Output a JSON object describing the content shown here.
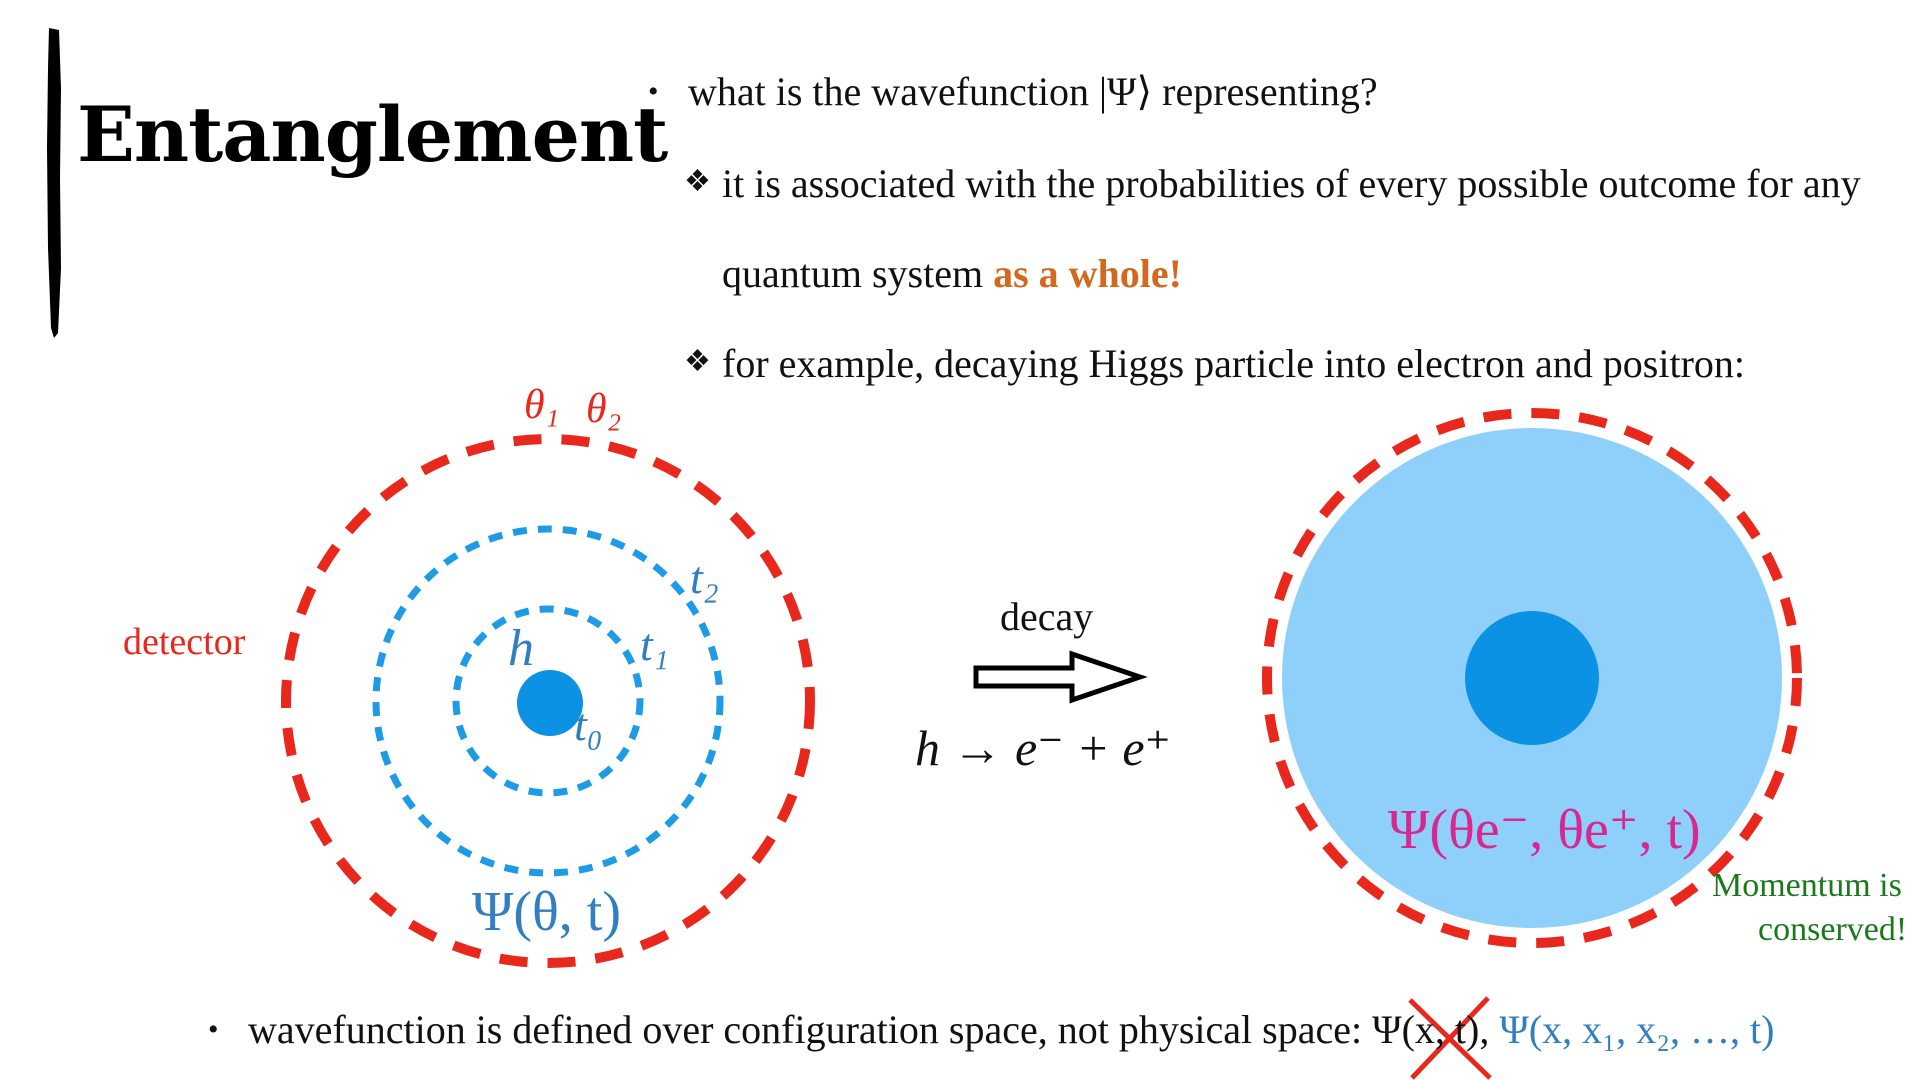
{
  "slide": {
    "title": "Entanglement",
    "bullets": {
      "b1_text": "what is the wavefunction",
      "b1_ket": "|Ψ⟩",
      "b1_end": "representing?",
      "sub1_line1": "it is associated with the probabilities of every possible outcome for any",
      "sub1_line2_start": "quantum system ",
      "sub1_highlight": "as a whole!",
      "sub2": "for example, decaying Higgs particle into electron and positron:",
      "b2_text": "wavefunction is defined over configuration space, not physical space:",
      "b2_psi_crossed": "Ψ(x, t),",
      "b2_psi_config": "Ψ(x, x₁, x₂, …, t)"
    },
    "symbols": {
      "bullet": "•",
      "diamond": "❖"
    },
    "left_diagram": {
      "detector_label": "detector",
      "theta1": "θ₁",
      "theta2": "θ₂",
      "h": "h",
      "t0": "t₀",
      "t1": "t₁",
      "t2": "t₂",
      "psi": "Ψ(θ, t)"
    },
    "middle": {
      "decay_label": "decay",
      "reaction": "h → e⁻ + e⁺"
    },
    "right_diagram": {
      "psi": "Ψ(θe⁻, θe⁺, t)",
      "momentum_line1": "Momentum is",
      "momentum_line2": "conserved!"
    },
    "colors": {
      "red": "#e8281c",
      "blue_dash": "#1e9be6",
      "blue_dot": "#0c92e5",
      "light_blue": "#8fd0fb",
      "label_blue": "#2f7fc2",
      "magenta": "#d8288f",
      "green": "#1a7a1a",
      "orange": "#d2691e"
    }
  }
}
